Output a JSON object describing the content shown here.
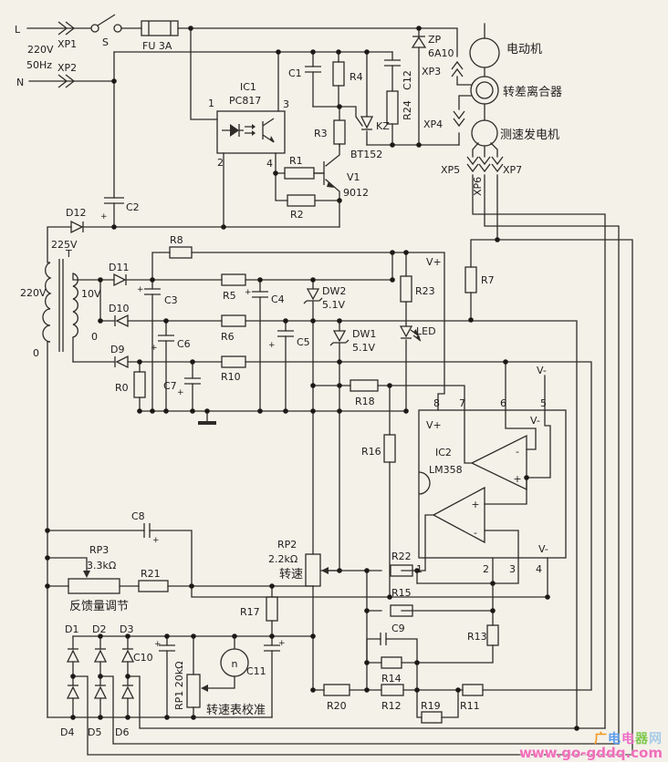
{
  "labels": {
    "l": "L",
    "v220": "220V",
    "hz": "50Hz",
    "n": "N",
    "xp1": "XP1",
    "xp2": "XP2",
    "s": "S",
    "fu": "FU 3A",
    "ic1": "IC1",
    "pc817": "PC817",
    "ic1p1": "1",
    "ic1p2": "2",
    "ic1p3": "3",
    "ic1p4": "4",
    "c1": "C1",
    "r4": "R4",
    "r3": "R3",
    "r1": "R1",
    "r2": "R2",
    "v1": "V1",
    "v1t": "9012",
    "kz": "KZ",
    "bt152": "BT152",
    "c12": "C12",
    "r24": "R24",
    "zp": "ZP",
    "zpt": "6A10",
    "xp3": "XP3",
    "xp4": "XP4",
    "xp5": "XP5",
    "xp6": "XP6",
    "xp7": "XP7",
    "motor": "电动机",
    "clutch": "转差离合器",
    "tacho": "测速发电机",
    "d12": "D12",
    "c2": "C2",
    "v225": "225V",
    "t": "T",
    "v220p": "220V",
    "p0": "0",
    "v10": "10V",
    "s0": "0",
    "d11": "D11",
    "d10": "D10",
    "d9": "D9",
    "c3": "C3",
    "c6": "C6",
    "c7": "C7",
    "r0": "R0",
    "r8": "R8",
    "r5": "R5",
    "r6": "R6",
    "r10": "R10",
    "c4": "C4",
    "c5": "C5",
    "dw2": "DW2",
    "dw2v": "5.1V",
    "dw1": "DW1",
    "dw1v": "5.1V",
    "led": "LED",
    "r23": "R23",
    "r7": "R7",
    "vplus": "V+",
    "r18": "R18",
    "r16": "R16",
    "ic2": "IC2",
    "lm358": "LM358",
    "ic2vp": "V+",
    "vm1": "V-",
    "vm2": "V-",
    "vm3": "V-",
    "p8": "8",
    "p7": "7",
    "p6": "6",
    "p5": "5",
    "pb1": "1",
    "pb2": "2",
    "pb3": "3",
    "pb4": "4",
    "minus": "-",
    "plus": "+",
    "c8": "C8",
    "rp3": "RP3",
    "rp3v": "3.3kΩ",
    "r21": "R21",
    "fb": "反馈量调节",
    "rp2": "RP2",
    "rp2v": "2.2kΩ",
    "spd": "转速",
    "r17": "R17",
    "r22": "R22",
    "r15": "R15",
    "c9": "C9",
    "r13": "R13",
    "r14": "R14",
    "r20": "R20",
    "r12": "R12",
    "r19": "R19",
    "r11": "R11",
    "d1": "D1",
    "d2": "D2",
    "d3": "D3",
    "d4": "D4",
    "d5": "D5",
    "d6": "D6",
    "c10": "C10",
    "rp1": "RP1 20kΩ",
    "metern": "n",
    "c11": "C11",
    "cal": "转速表校准"
  },
  "watermark": {
    "title_chars": [
      {
        "ch": "广",
        "color": "#f59a23"
      },
      {
        "ch": "电",
        "color": "#5a9df0"
      },
      {
        "ch": "电",
        "color": "#f06cc8"
      },
      {
        "ch": "器",
        "color": "#7ec850"
      },
      {
        "ch": "网",
        "color": "#a8cce8"
      }
    ],
    "url": "www.go-gddq.com",
    "url_color": "#f070b8"
  }
}
